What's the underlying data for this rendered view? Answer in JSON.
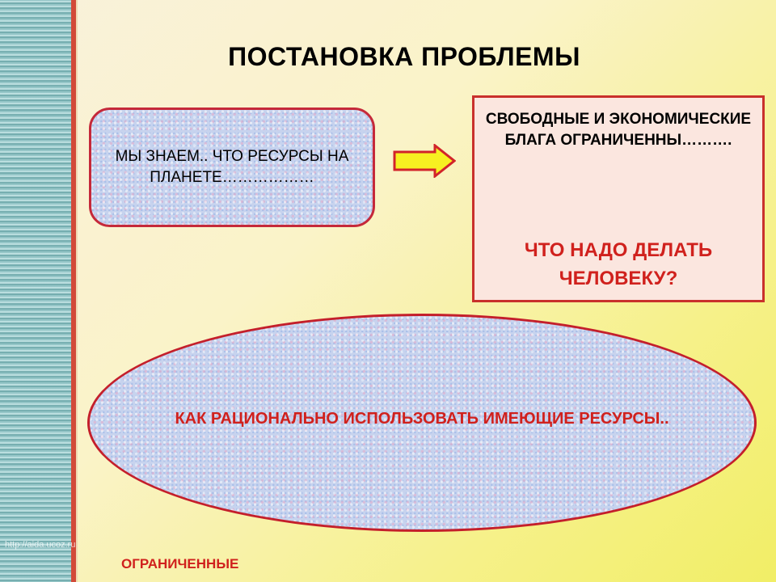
{
  "title": "ПОСТАНОВКА  ПРОБЛЕМЫ",
  "left_box": {
    "text": "МЫ ЗНАЕМ.. ЧТО РЕСУРСЫ НА ПЛАНЕТЕ………………"
  },
  "right_box": {
    "statement": "СВОБОДНЫЕ И ЭКОНОМИЧЕСКИЕ БЛАГА ОГРАНИЧЕННЫ……….",
    "question": "ЧТО НАДО ДЕЛАТЬ ЧЕЛОВЕКУ?"
  },
  "ellipse": {
    "text": "КАК РАЦИОНАЛЬНО ИСПОЛЬЗОВАТЬ ИМЕЮЩИЕ РЕСУРСЫ.."
  },
  "footer": "ОГРАНИЧЕННЫЕ",
  "watermark": "http://aida.ucoz.ru",
  "colors": {
    "accent_red": "#d0211d",
    "arrow_fill": "#f7f021",
    "arrow_stroke": "#d2232a",
    "box_border": "#c5293a",
    "stripe": "#7fb8ba"
  },
  "icons": {
    "arrow": "arrow-right-icon"
  }
}
